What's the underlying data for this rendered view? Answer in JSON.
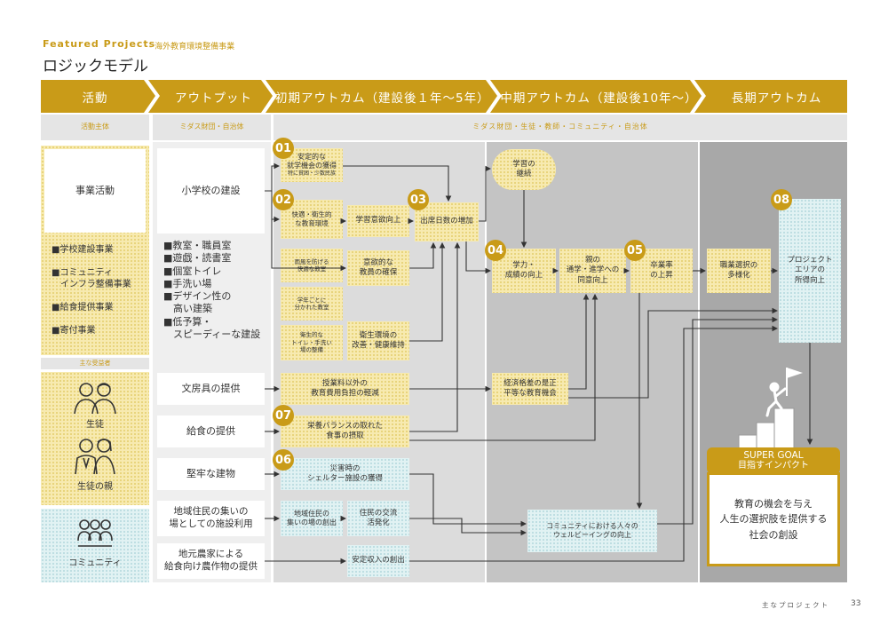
{
  "header": {
    "eyebrow": "Featured Projects",
    "eyebrow_sub": "- 海外教育環境整備事業",
    "title": "ロジックモデル"
  },
  "columns": [
    "活動",
    "アウトプット",
    "初期アウトカム（建設後１年〜5年）",
    "中期アウトカム（建設後10年〜）",
    "長期アウトカム"
  ],
  "subheader": {
    "activity": "活動主体",
    "output": "ミダス財団・自治体",
    "outcome": "ミダス財団・生徒・教師・コミュニティ・自治体"
  },
  "activities": {
    "main": "事業活動",
    "items": "■学校建設事業\n\n■コミュニティ\n　インフラ整備事業\n\n■給食提供事業\n\n■寄付事業",
    "beneficiary_label": "主な受益者",
    "student": "生徒",
    "parent": "生徒の親",
    "community": "コミュニティ"
  },
  "outputs": {
    "school": "小学校の建設",
    "school_items": "■教室・職員室\n■遊戯・読書室\n■個室トイレ\n■手洗い場\n■デザイン性の\n　高い建築\n■低予算・\n　スピーディーな建設",
    "stationery": "文房具の提供",
    "meals": "給食の提供",
    "building": "堅牢な建物",
    "community_use": "地域住民の集いの\n場としての施設利用",
    "farmers": "地元農家による\n給食向け農作物の提供"
  },
  "initial": {
    "b01_main": "安定的な\n就学機会の獲得",
    "b01_sub": "特に貧困・少数民族",
    "b02": "快適・衛生的\nな教育環境",
    "motivation": "学習意欲向上",
    "b03": "出席日数の増加",
    "rain": "雨風を防げる\n快適な教室",
    "grade": "学年ごとに\n分かれた教室",
    "toilet": "衛生的な\nトイレ・手洗い\n場の整備",
    "teachers": "意欲的な\n教員の確保",
    "hygiene": "衛生環境の\n改善・健康維持",
    "cost": "授業料以外の\n教育費用負担の軽減",
    "b07": "栄養バランスの取れた\n食事の摂取",
    "b06": "災害時の\nシェルター施設の獲得",
    "gathering": "地域住民の\n集いの場の創出",
    "exchange": "住民の交流\n活発化",
    "income": "安定収入の創出"
  },
  "mid": {
    "continue": "学習の\n継続",
    "b04": "学力・\n成績の向上",
    "consent": "親の\n通学・進学への\n同意向上",
    "b05": "卒業率\nの上昇",
    "equality": "経済格差の是正\n平等な教育機会",
    "wellbeing": "コミュニティにおける人々の\nウェルビーイングの向上"
  },
  "long": {
    "career": "職業選択の\n多様化",
    "b08": "プロジェクト\nエリアの\n所得向上",
    "super_goal": "SUPER GOAL",
    "impact": "目指すインパクト",
    "goal_text": "教育の機会を与え\n人生の選択肢を提供する\n社会の創設"
  },
  "numbers": [
    "01",
    "02",
    "03",
    "04",
    "05",
    "06",
    "07",
    "08"
  ],
  "footer": {
    "label": "主なプロジェクト",
    "page": "33"
  },
  "colors": {
    "gold": "#c99b18",
    "gray_header": "#e5e5e5",
    "dark_panel": "#bdbdbd"
  }
}
